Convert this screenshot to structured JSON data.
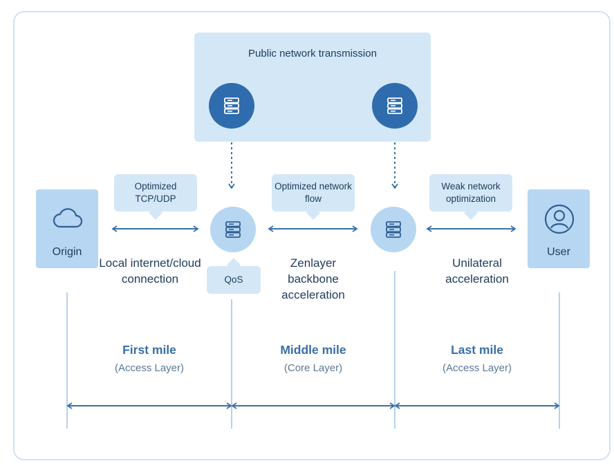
{
  "public_network": {
    "title": "Public network transmission"
  },
  "endpoints": {
    "origin": "Origin",
    "user": "User"
  },
  "bubbles": {
    "tcp": "Optimized TCP/UDP",
    "flow": "Optimized network flow",
    "weak": "Weak network optimization",
    "qos": "QoS"
  },
  "segments": {
    "first": "Local internet/cloud connection",
    "middle": "Zenlayer backbone acceleration",
    "last": "Unilateral acceleration"
  },
  "miles": [
    {
      "name": "First mile",
      "layer": "(Access Layer)"
    },
    {
      "name": "Middle mile",
      "layer": "(Core Layer)"
    },
    {
      "name": "Last mile",
      "layer": "(Access Layer)"
    }
  ],
  "colors": {
    "dark_node": "#2f6cad",
    "light_fill": "#b7d6f1",
    "pale_fill": "#d3e7f7",
    "arrow": "#3a6fa8"
  },
  "icons": {
    "server": "server-icon",
    "cloud": "cloud-icon",
    "user": "user-icon"
  }
}
